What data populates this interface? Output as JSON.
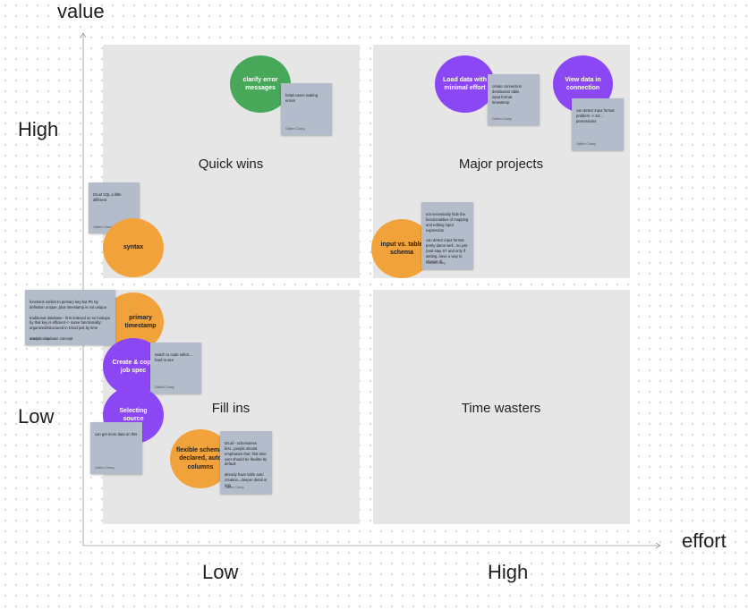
{
  "axes": {
    "y_title": "value",
    "x_title": "effort",
    "y_high": "High",
    "y_low": "Low",
    "x_low": "Low",
    "x_high": "High"
  },
  "quadrants": {
    "quick_wins": "Quick wins",
    "major_projects": "Major projects",
    "fill_ins": "Fill ins",
    "time_wasters": "Time wasters"
  },
  "stickies": {
    "clarify_error": "clarify error messages",
    "load_data": "Load data with minimal effort",
    "view_data": "View data in connection",
    "syntax": "syntax",
    "input_vs_table": "input vs. table schema",
    "primary_timestamp": "primary timestamp",
    "create_copy": "Create & copy job spec",
    "selecting_source": "Selecting source",
    "flexible_schema": "flexible schema, declared, auto columns"
  },
  "notes": {
    "helping_users": "helps users making errors",
    "create_connection": "create connection\ndestination table\ninput format\ntimestamp",
    "detect_input_format": "can detect input format\nproblem -> S3...\npermissions",
    "druid_sql": "Druid SQL a little different",
    "not_necessarily": "not necessarily hide the functionalities of mapping and editing input expression\n\ncan detect input format pretty damn well...so just (and stay ST and only if setting, have a way to change it)",
    "functions_similar": "functions similar to primary key but PK by definition unique; plus timestamp is not unique\n\ntraditional database - first indexed on so lookups by that key is efficient <- same functionality; organized/structured in Druid just by time\n\nanalytic database concept",
    "switch_to_code": "switch to code editor.... hard to see",
    "get_more_data": "can get more data on this",
    "druid_schemaless": "Druid - schemaless first...people should emphasize that; first time user should be flexible by default\n\nalready have table auto creation...deeper detail or agg"
  },
  "note_author": "Gallien Chang"
}
